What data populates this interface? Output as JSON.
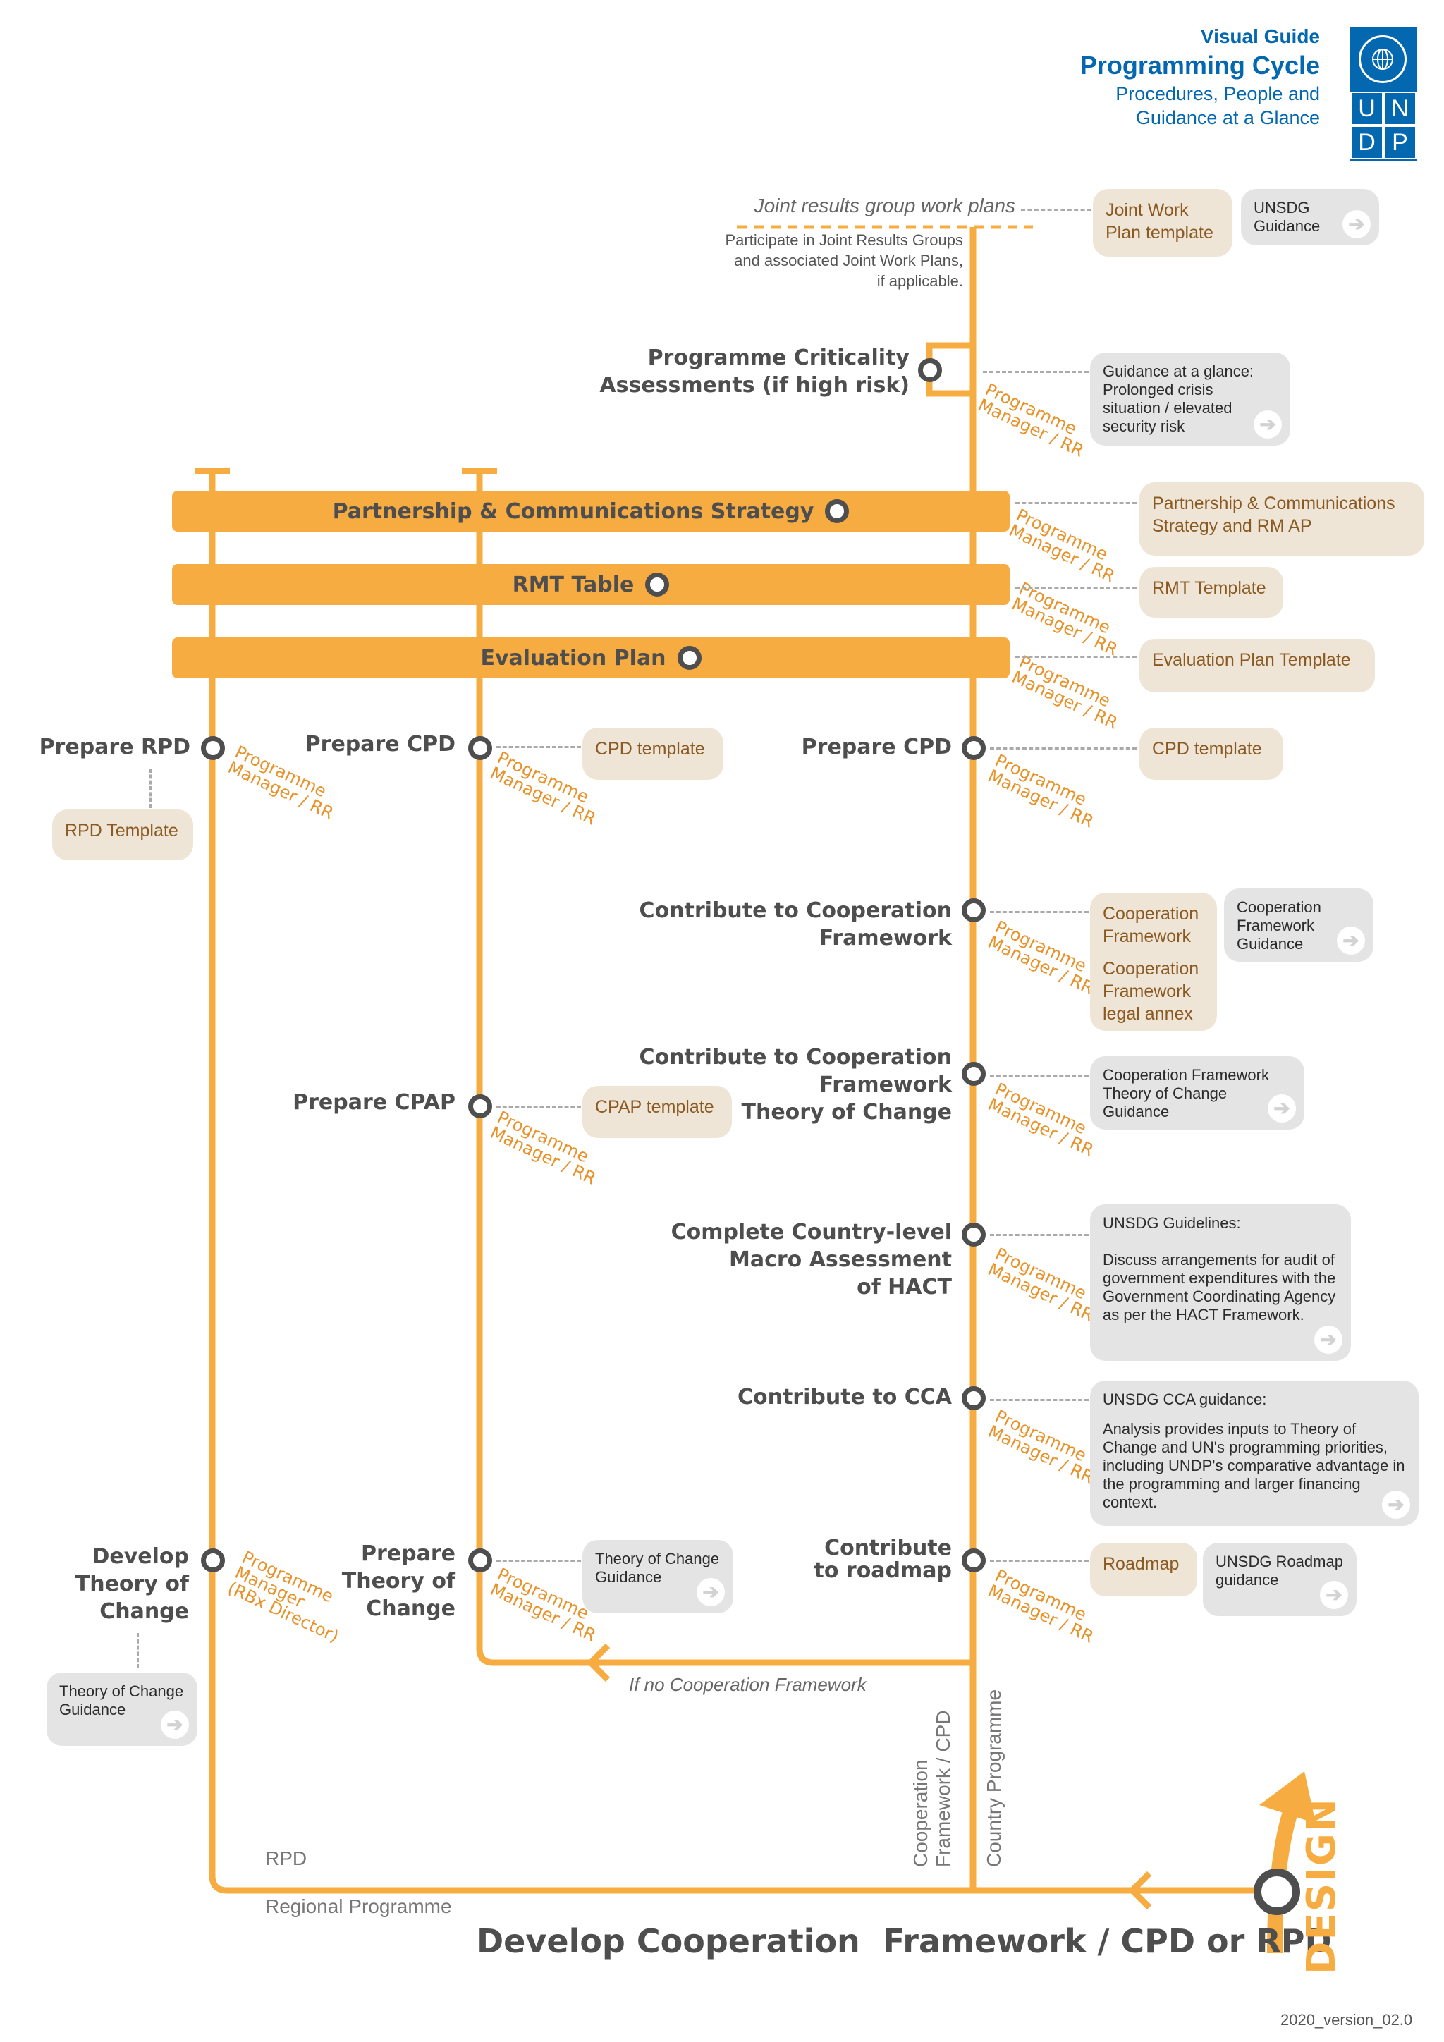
{
  "header": {
    "visual_guide": "Visual Guide",
    "title": "Programming Cycle",
    "subtitle_1": "Procedures, People and",
    "subtitle_2": "Guidance at a Glance",
    "logo_letters": [
      "U",
      "N",
      "D",
      "P"
    ]
  },
  "top": {
    "jrg_label": "Joint results group work plans",
    "jrg_note_1": "Participate in Joint Results Groups",
    "jrg_note_2": "and associated Joint Work Plans,",
    "jrg_note_3": "if applicable.",
    "jwp_template": "Joint Work Plan template",
    "unsdg_guidance": "UNSDG Guidance"
  },
  "criticality": {
    "label_1": "Programme Criticality",
    "label_2": "Assessments (if high risk)",
    "role": "Programme\nManager / RR",
    "guidance": "Guidance at a glance: Prolonged crisis situation / elevated security risk"
  },
  "bars": [
    {
      "title": "Partnership & Communications Strategy",
      "role": "Programme\nManager / RR",
      "template": "Partnership & Communications Strategy and RM AP"
    },
    {
      "title": "RMT Table",
      "role": "Programme\nManager / RR",
      "template": "RMT Template"
    },
    {
      "title": "Evaluation Plan",
      "role": "Programme\nManager / RR",
      "template": "Evaluation Plan Template"
    }
  ],
  "rpd_col": {
    "prepare_rpd": "Prepare RPD",
    "role": "Programme\nManager / RR",
    "rpd_template": "RPD Template",
    "develop_toc_1": "Develop",
    "develop_toc_2": "Theory of",
    "develop_toc_3": "Change",
    "toc_role": "Programme\nManager\n(RBx Director)",
    "toc_guidance": "Theory of Change Guidance"
  },
  "cpd_col": {
    "prepare_cpd": "Prepare CPD",
    "role": "Programme\nManager / RR",
    "cpd_template": "CPD template",
    "prepare_cpap": "Prepare CPAP",
    "cpap_template": "CPAP template",
    "prepare_toc_1": "Prepare",
    "prepare_toc_2": "Theory of",
    "prepare_toc_3": "Change",
    "toc_guidance": "Theory of Change Guidance",
    "if_no_cf": "If no Cooperation Framework"
  },
  "main_col": {
    "prepare_cpd": "Prepare CPD",
    "role": "Programme\nManager / RR",
    "cpd_template": "CPD template",
    "contribute_cf_1": "Contribute to Cooperation",
    "contribute_cf_2": "Framework",
    "cf_tan_1": "Cooperation Framework",
    "cf_tan_2": "Cooperation Framework legal annex",
    "cf_guidance": "Cooperation Framework Guidance",
    "contribute_toc_1": "Contribute to Cooperation",
    "contribute_toc_2": "Framework",
    "contribute_toc_3": "Theory of Change",
    "cf_toc_guidance": "Cooperation Framework Theory of Change Guidance",
    "hact_1": "Complete Country-level",
    "hact_2": "Macro Assessment",
    "hact_3": "of HACT",
    "hact_guidance_title": "UNSDG Guidelines:",
    "hact_guidance_body": "Discuss arrangements for audit of government expenditures with the Government Coordinating Agency as per the HACT Framework.",
    "cca": "Contribute to CCA",
    "cca_guidance_title": "UNSDG CCA guidance:",
    "cca_guidance_body": "Analysis provides inputs to Theory of Change and UN's programming priorities, including UNDP's comparative advantage in the programming and larger financing context.",
    "roadmap_1": "Contribute",
    "roadmap_2": "to roadmap",
    "roadmap_tan": "Roadmap",
    "roadmap_guidance": "UNSDG Roadmap guidance"
  },
  "bottom": {
    "rpd": "RPD",
    "regional_programme": "Regional Programme",
    "cf_cpd_1": "Cooperation",
    "cf_cpd_2": "Framework / CPD",
    "country_programme": "Country Programme",
    "main_title": "Develop Cooperation  Framework / CPD or RPD",
    "design": "DESIGN",
    "version": "2020_version_02.0"
  },
  "colors": {
    "orange": "#F7AC41",
    "role_orange": "#E8922A",
    "undp_blue": "#0468B1",
    "dark_text": "#4e4e4e",
    "tan_box": "#EFE5D6",
    "gray_box": "#E4E4E4"
  }
}
